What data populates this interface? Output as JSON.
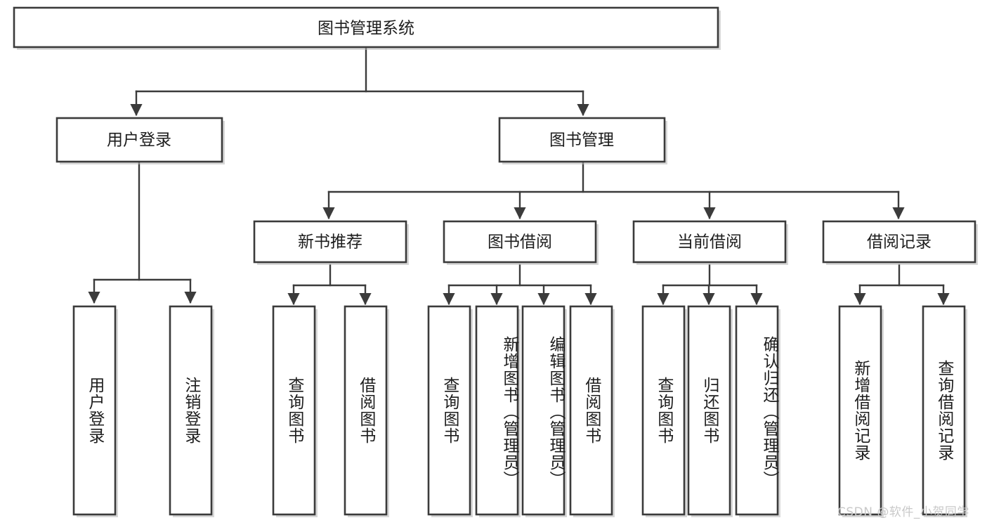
{
  "diagram": {
    "title": "图书管理系统",
    "type": "tree-hierarchy",
    "watermark": "CSDN @软件_小贺同学",
    "colors": {
      "stroke": "#3b3b3b",
      "fill": "#ffffff",
      "text": "#1d1d1d",
      "watermark": "#c9c9c9",
      "shadow": "#b8b8b8"
    },
    "root": {
      "label": "图书管理系统"
    },
    "level2": [
      {
        "id": "user-login",
        "label": "用户登录"
      },
      {
        "id": "book-management",
        "label": "图书管理"
      }
    ],
    "level3": [
      {
        "id": "new-book-recommend",
        "label": "新书推荐"
      },
      {
        "id": "book-borrow",
        "label": "图书借阅"
      },
      {
        "id": "current-borrow",
        "label": "当前借阅"
      },
      {
        "id": "borrow-record",
        "label": "借阅记录"
      }
    ],
    "leaves": {
      "user-login": [
        {
          "id": "leaf-user-login",
          "label": "用户登录"
        },
        {
          "id": "leaf-logout",
          "label": "注销登录"
        }
      ],
      "new-book-recommend": [
        {
          "id": "leaf-query-book-1",
          "label": "查询图书"
        },
        {
          "id": "leaf-borrow-book-1",
          "label": "借阅图书"
        }
      ],
      "book-borrow": [
        {
          "id": "leaf-query-book-2",
          "label": "查询图书"
        },
        {
          "id": "leaf-add-book",
          "label": "新增图书（管理员）"
        },
        {
          "id": "leaf-edit-book",
          "label": "编辑图书（管理员）"
        },
        {
          "id": "leaf-borrow-book-2",
          "label": "借阅图书"
        }
      ],
      "current-borrow": [
        {
          "id": "leaf-query-book-3",
          "label": "查询图书"
        },
        {
          "id": "leaf-return-book",
          "label": "归还图书"
        },
        {
          "id": "leaf-confirm-return",
          "label": "确认归还（管理员）"
        }
      ],
      "borrow-record": [
        {
          "id": "leaf-add-record",
          "label": "新增借阅记录"
        },
        {
          "id": "leaf-query-record",
          "label": "查询借阅记录"
        }
      ]
    }
  }
}
